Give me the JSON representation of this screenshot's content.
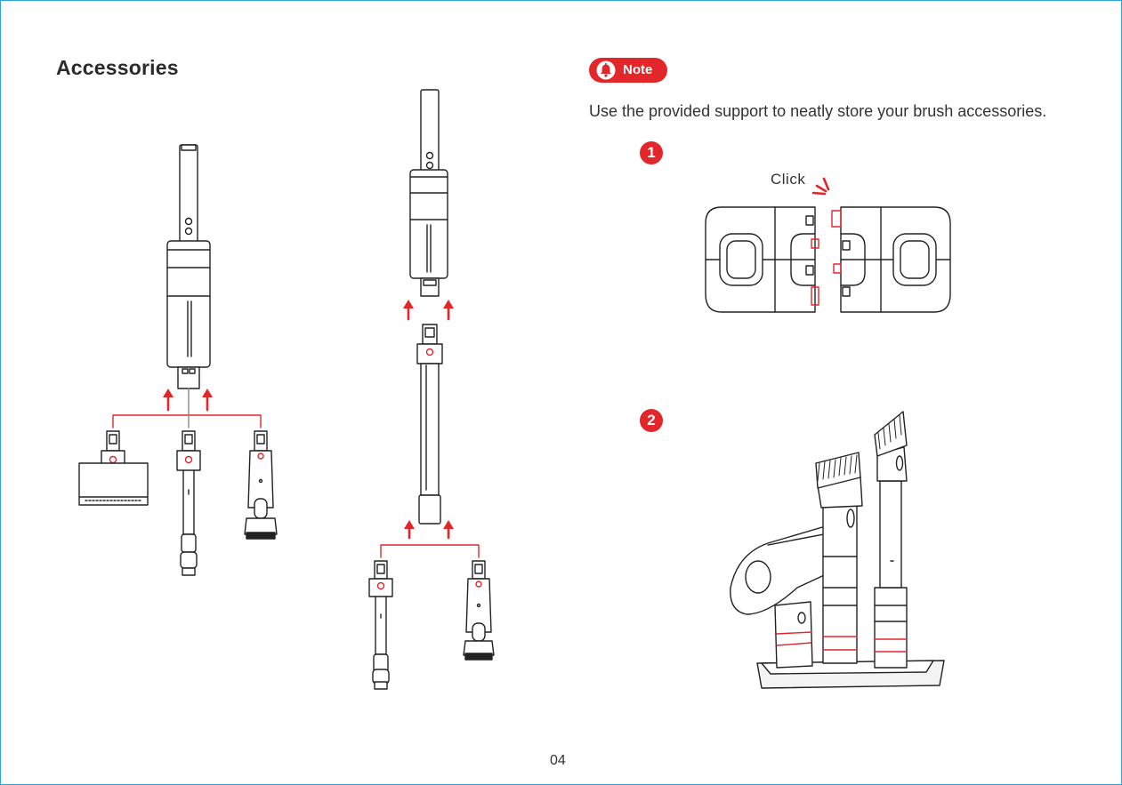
{
  "section": {
    "title": "Accessories"
  },
  "note": {
    "badge_label": "Note",
    "text": "Use the provided support to neatly store your brush accessories."
  },
  "steps": [
    {
      "number": "1",
      "label": "Click"
    },
    {
      "number": "2"
    }
  ],
  "footer": {
    "page_number": "04"
  },
  "colors": {
    "accent": "#e2262a",
    "line": "#222222",
    "frame": "#2aa7d6"
  },
  "icons": [
    "bell-icon"
  ]
}
